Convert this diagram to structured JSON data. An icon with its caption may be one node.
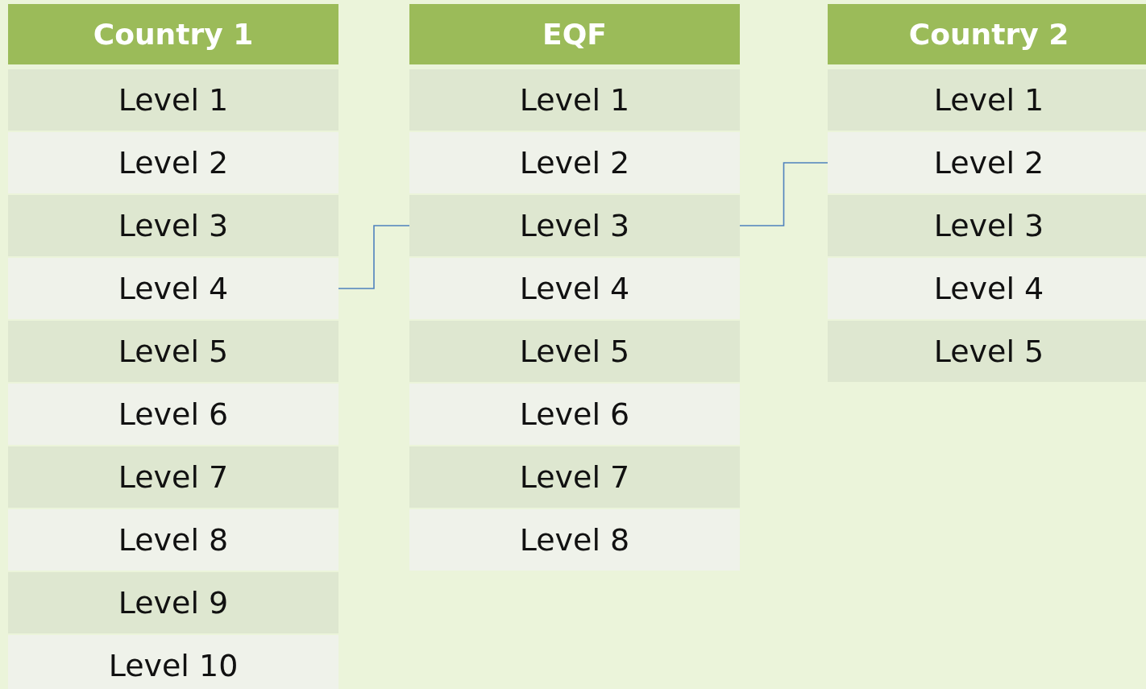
{
  "diagram": {
    "nodes": [
      {
        "text": [
          "Country 1"
        ]
      },
      {
        "text": [
          "Level 1"
        ]
      },
      {
        "text": [
          "Level 2"
        ]
      },
      {
        "text": [
          "Level 3"
        ]
      },
      {
        "text": [
          "Level 4"
        ]
      },
      {
        "text": [
          "Level 5"
        ]
      },
      {
        "text": [
          "Level 6"
        ]
      },
      {
        "text": [
          "Level 7"
        ]
      },
      {
        "text": [
          "Level 8"
        ]
      },
      {
        "text": [
          "Level 9"
        ]
      },
      {
        "text": [
          "Level 10"
        ]
      },
      {
        "text": [
          "EQF"
        ]
      },
      {
        "text": [
          "Level 1"
        ]
      },
      {
        "text": [
          "Level 2"
        ]
      },
      {
        "text": [
          "Level 3"
        ]
      },
      {
        "text": [
          "Level 4"
        ]
      },
      {
        "text": [
          "Level 5"
        ]
      },
      {
        "text": [
          "Level 6"
        ]
      },
      {
        "text": [
          "Level 7"
        ]
      },
      {
        "text": [
          "Level 8"
        ]
      },
      {
        "text": [
          "Country 2"
        ]
      },
      {
        "text": [
          "Level 1"
        ]
      },
      {
        "text": [
          "Level 2"
        ]
      },
      {
        "text": [
          "Level 3"
        ]
      },
      {
        "text": [
          "Level 4"
        ]
      },
      {
        "text": [
          "Level 5"
        ]
      }
    ],
    "edges": [
      {
        "from": 4,
        "to": 14,
        "arrow": "none"
      },
      {
        "from": 14,
        "to": 22,
        "arrow": "none"
      }
    ]
  }
}
